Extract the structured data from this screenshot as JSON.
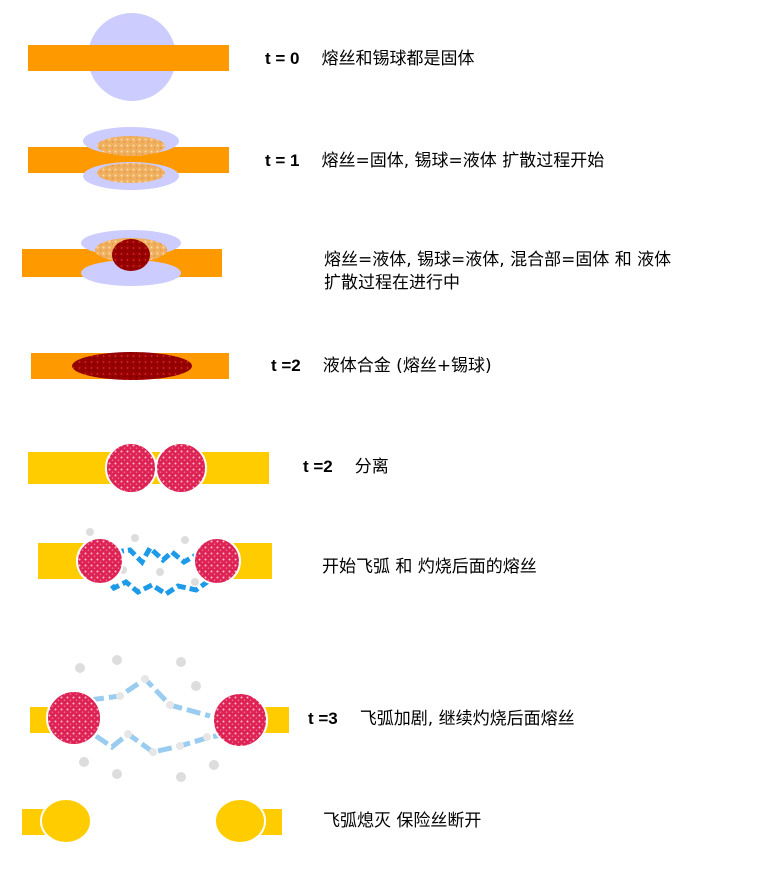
{
  "stages": [
    {
      "time": "t = 0",
      "desc": "熔丝和锡球都是固体"
    },
    {
      "time": "t = 1",
      "desc": "熔丝=固体, 锡球=液体  扩散过程开始"
    },
    {
      "time": "",
      "desc_line1": "熔丝=液体, 锡球=液体, 混合部=固体 和 液体",
      "desc_line2": "扩散过程在进行中"
    },
    {
      "time": "t =2",
      "desc": "液体合金 (熔丝+锡球)"
    },
    {
      "time": "t =2",
      "desc": "分离"
    },
    {
      "time": "",
      "desc": "开始飞弧 和 灼烧后面的熔丝"
    },
    {
      "time": "t =3",
      "desc": "飞弧加剧, 继续灼烧后面熔丝"
    },
    {
      "time": "",
      "desc": "飞弧熄灭  保险丝断开"
    }
  ],
  "colors": {
    "fuse_orange": "#FF9900",
    "fuse_yellow": "#FFCC00",
    "tin_ball": "#CCCCFF",
    "diffusion": "#F0B060",
    "alloy_dark": "#990000",
    "droplet_red": "#DD2255",
    "arc_blue": "#1E9BE8",
    "arc_light_blue": "#99CCF0",
    "particle_grey": "#DDDDDD"
  }
}
